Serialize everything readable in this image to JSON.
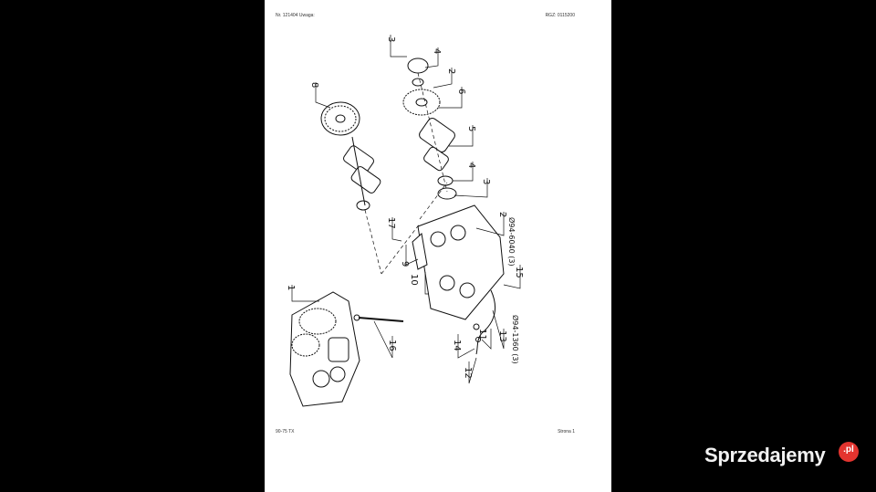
{
  "header": {
    "left": "Nr. 121404   Uwaga:",
    "right": "RGZ: 0115200"
  },
  "footer": {
    "left": "90-75 TX",
    "right": "Strona 1"
  },
  "callouts": [
    "3",
    "4",
    "2",
    "6",
    "5",
    "4",
    "3",
    "2",
    "8",
    "17",
    "9",
    "10",
    "1",
    "16",
    "14",
    "12",
    "11",
    "13",
    "15"
  ],
  "part_codes": [
    "Ø94-6040 (3)",
    "Ø94-1360 (3)"
  ],
  "watermark": {
    "text": "Sprzedajemy",
    "badge": ".pl",
    "badge_color": "#e3342f"
  }
}
